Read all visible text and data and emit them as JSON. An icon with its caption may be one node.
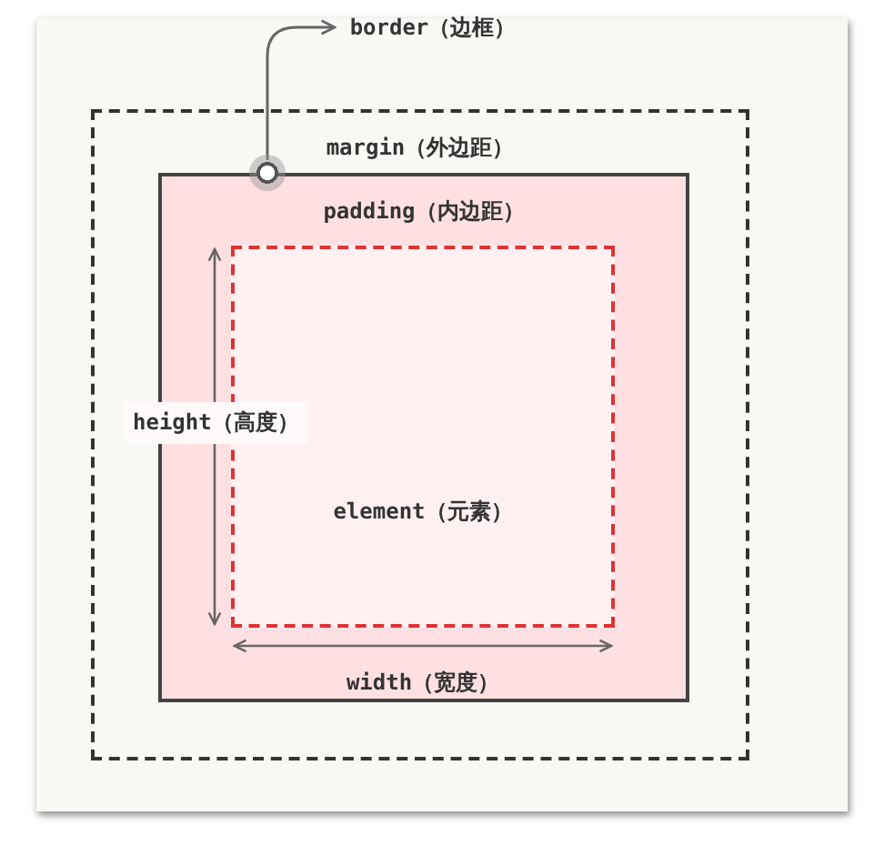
{
  "diagram": {
    "nodes": [
      {
        "text": [
          "margin（外边距）"
        ]
      },
      {
        "text": [
          "padding（内边距）"
        ],
        "in": 0
      },
      {
        "text": [
          "element（元素）"
        ],
        "in": 1
      },
      {
        "text": [
          "border（边框）"
        ]
      },
      {
        "text": [],
        "shape": "circle",
        "in": 0
      }
    ],
    "edges": [
      {
        "from": 4,
        "to": 3,
        "arrow": "to"
      }
    ],
    "labels": [
      "height（高度）",
      "width（宽度）"
    ]
  }
}
